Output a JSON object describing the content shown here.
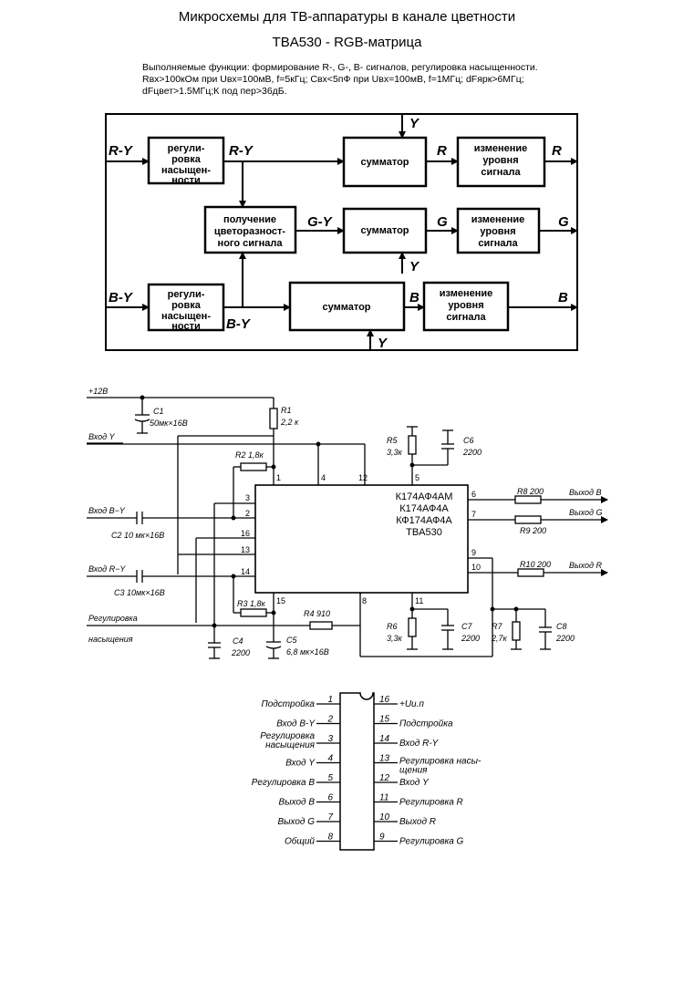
{
  "header": {
    "title": "Микросхемы для ТВ-аппаратуры в канале цветности",
    "subtitle": "TBA530 - RGB-матрица"
  },
  "spec": {
    "line1": "Выполняемые функции: формирование R-, G-, B- сигналов, регулировка насыщенности.",
    "line2": "Rвх>100кОм при Uвх=100мВ, f=5кГц;  Свх<5пФ при Uвх=100мВ, f=1МГц; dFярк>6МГц;",
    "line3": "dFцвет>1.5МГц;К под пер>36дБ."
  },
  "block_diagram": {
    "blocks": {
      "sat_top": [
        "регули-",
        "ровка",
        "насыщен-",
        "ности"
      ],
      "sat_bottom": [
        "регули-",
        "ровка",
        "насыщен-",
        "ности"
      ],
      "diff": [
        "получение",
        "цветоразност-",
        "ного сигнала"
      ],
      "sum_r": "сумматор",
      "sum_g": "сумматор",
      "sum_b": "сумматор",
      "lvl_r": [
        "изменение",
        "уровня",
        "сигнала"
      ],
      "lvl_g": [
        "изменение",
        "уровня",
        "сигнала"
      ],
      "lvl_b": [
        "изменение",
        "уровня",
        "сигнала"
      ]
    },
    "signals": {
      "in_ry": "R-Y",
      "ry_mid": "R-Y",
      "r_mid": "R",
      "r_out": "R",
      "gy_mid": "G-Y",
      "g_mid": "G",
      "g_out": "G",
      "in_by": "B-Y",
      "by_mid": "B-Y",
      "b_mid": "B",
      "b_out": "B",
      "y_top": "Y",
      "y_mid": "Y",
      "y_bottom": "Y"
    }
  },
  "schematic": {
    "supply": "+12В",
    "components": {
      "c1": "C1",
      "c1_val": "50мк×16В",
      "r1": "R1",
      "r1_val": "2,2 к",
      "r5": "R5",
      "r5_val": "3,3к",
      "c6": "C6",
      "c6_val": "2200",
      "r2": "R2 1,8к",
      "c2": "C2  10 мк×16В",
      "c3": "C3  10мк×16В",
      "r3": "R3 1,8к",
      "r4": "R4  910",
      "c4": "C4",
      "c4_val": "2200",
      "c5": "C5",
      "c5_val": "6,8 мк×16В",
      "r6": "R6",
      "r6_val": "3,3к",
      "c7": "C7",
      "c7_val": "2200",
      "r7": "R7",
      "r7_val": "2,7к",
      "c8": "C8",
      "c8_val": "2200",
      "r8": "R8  200",
      "r9": "R9  200",
      "r10": "R10  200"
    },
    "io": {
      "vhod_y": "Вход Y",
      "vhod_by": "Вход B−Y",
      "vhod_ry": "Вход R−Y",
      "reg1": "Регулировка",
      "reg2": "насыщения",
      "out_b": "Выход B",
      "out_g": "Выход G",
      "out_r": "Выход R"
    },
    "chip": [
      "К174АФ4АМ",
      "К174АФ4А",
      "КФ174АФ4А",
      "TBA530"
    ],
    "pins": {
      "p1": "1",
      "p4": "4",
      "p12": "12",
      "p5": "5",
      "p3": "3",
      "p2": "2",
      "p16": "16",
      "p13": "13",
      "p14": "14",
      "p15": "15",
      "p8": "8",
      "p11": "11",
      "p6": "6",
      "p7": "7",
      "p9": "9",
      "p10": "10"
    }
  },
  "pinout": {
    "left": [
      {
        "num": "1",
        "label": "Подстройка"
      },
      {
        "num": "2",
        "label": "Вход B-Y"
      },
      {
        "num": "3",
        "label": "Регулировка насыщения"
      },
      {
        "num": "4",
        "label": "Вход Y"
      },
      {
        "num": "5",
        "label": "Регулировка B"
      },
      {
        "num": "6",
        "label": "Выход B"
      },
      {
        "num": "7",
        "label": "Выход G"
      },
      {
        "num": "8",
        "label": "Общий"
      }
    ],
    "right": [
      {
        "num": "16",
        "label": "+Uи.п"
      },
      {
        "num": "15",
        "label": "Подстройка"
      },
      {
        "num": "14",
        "label": "Вход R-Y"
      },
      {
        "num": "13",
        "label": "Регулировка насы- щения"
      },
      {
        "num": "12",
        "label": "Вход Y"
      },
      {
        "num": "11",
        "label": "Регулировка R"
      },
      {
        "num": "10",
        "label": "Выход R"
      },
      {
        "num": "9",
        "label": "Регулировка G"
      }
    ]
  }
}
